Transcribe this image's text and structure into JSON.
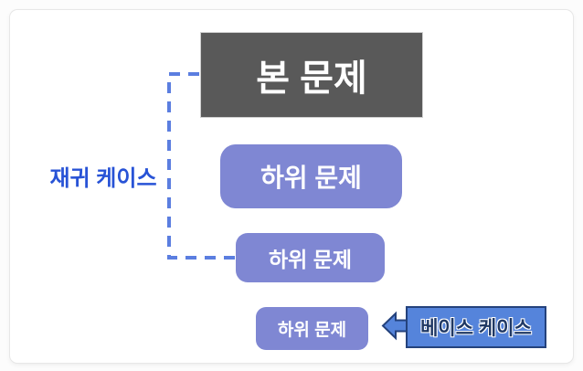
{
  "diagram": {
    "main_problem_label": "본 문제",
    "sub_problems": [
      {
        "label": "하위 문제"
      },
      {
        "label": "하위 문제"
      },
      {
        "label": "하위 문제"
      }
    ],
    "recursive_case_label": "재귀 케이스",
    "base_case_label": "베이스 케이스",
    "colors": {
      "main_box_bg": "#595959",
      "main_box_text": "#FFFFFF",
      "sub_box_bg": "#7F87D3",
      "sub_box_text": "#FFFFFF",
      "base_box_bg": "#5584DB",
      "base_box_border": "#24427C",
      "base_label_text": "#1F3864",
      "recursive_label_text": "#2853D6",
      "dashed_connector": "#5B7EE0"
    }
  }
}
